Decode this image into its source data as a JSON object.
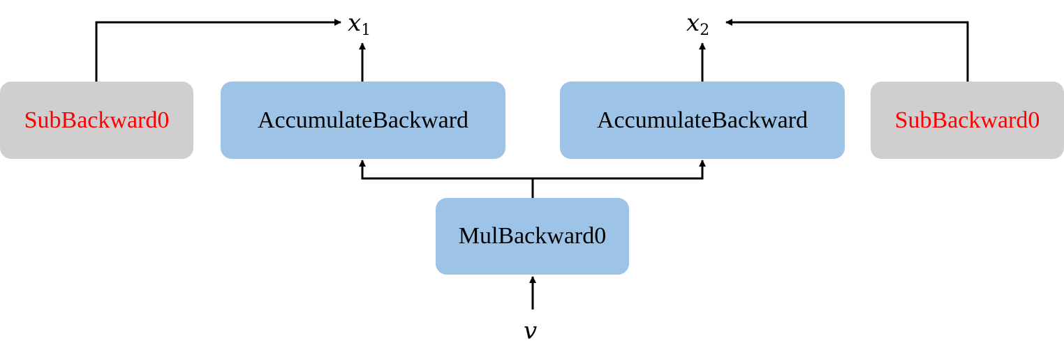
{
  "nodes": {
    "sub_left": "SubBackward0",
    "acc_left": "AccumulateBackward",
    "acc_right": "AccumulateBackward",
    "sub_right": "SubBackward0",
    "mul": "MulBackward0"
  },
  "vars": {
    "x1": {
      "base": "x",
      "sub": "1"
    },
    "x2": {
      "base": "x",
      "sub": "2"
    },
    "v": "v"
  },
  "colors": {
    "blue_node": "#9dc3e6",
    "gray_node": "#d0cece",
    "sub_text": "#ff0000",
    "edge": "#000000"
  }
}
